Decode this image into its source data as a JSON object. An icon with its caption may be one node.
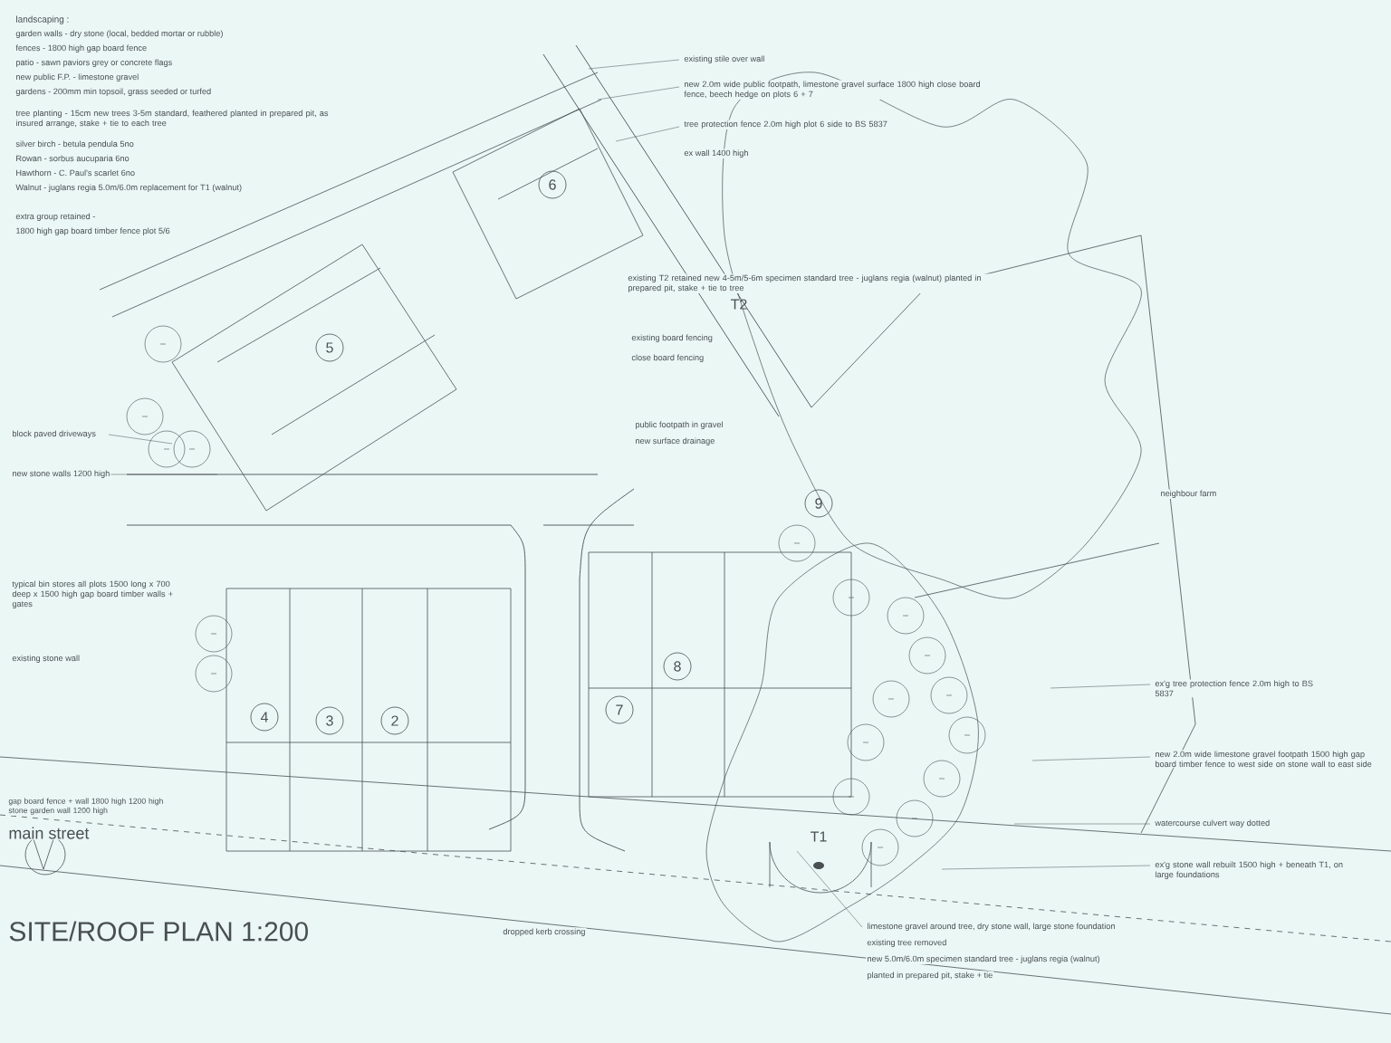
{
  "diagram": {
    "title": "SITE/ROOF PLAN 1:200",
    "nodes": [
      {
        "text": [
          "6"
        ]
      },
      {
        "text": [
          "5"
        ]
      },
      {
        "text": [
          "T2"
        ]
      },
      {
        "text": [
          "9"
        ]
      },
      {
        "text": [
          "4"
        ]
      },
      {
        "text": [
          "3"
        ]
      },
      {
        "text": [
          "2"
        ]
      },
      {
        "text": [
          "7"
        ]
      },
      {
        "text": [
          "8"
        ]
      },
      {
        "text": [
          "T1"
        ]
      }
    ],
    "edges": [],
    "labels": [
      "landscaping :",
      "garden walls - dry stone (local, bedded mortar or rubble)",
      "fences - 1800 high gap board fence",
      "patio - sawn paviors grey or concrete flags",
      "new public F.P. - limestone gravel",
      "gardens - 200mm min topsoil, grass seeded or turfed",
      "tree planting - 15cm new trees 3-5m standard, feathered planted in prepared pit, as insured arrange, stake + tie to each tree",
      "silver birch - betula pendula 5no",
      "Rowan - sorbus aucuparia 6no",
      "Hawthorn - C. Paul's scarlet 6no",
      "Walnut - juglans regia 5.0m/6.0m replacement for T1 (walnut)",
      "extra group retained -",
      "1800 high gap board timber fence plot 5/6",
      "existing stile over wall",
      "new 2.0m wide public footpath, limestone gravel surface 1800 high close board fence, beech hedge on plots 6 + 7",
      "tree protection fence 2.0m high plot 6 side to BS 5837",
      "ex wall 1400 high",
      "existing T2 retained new 4-5m/5-6m specimen standard tree - juglans regia (walnut) planted in prepared pit, stake + tie to tree",
      "existing board fencing",
      "close board fencing",
      "public footpath in gravel",
      "new surface drainage",
      "block paved driveways",
      "new stone walls 1200 high",
      "neighbour farm",
      "typical bin stores all plots 1500 long x 700 deep x 1500 high gap board timber walls + gates",
      "existing stone wall",
      "ex'g tree protection fence 2.0m high to BS 5837",
      "new 2.0m wide limestone gravel footpath 1500 high gap board timber fence to west side on stone wall to east side",
      "watercourse culvert way dotted",
      "gap board fence + wall 1800 high 1200 high stone garden wall 1200 high",
      "main street",
      "ex'g stone wall rebuilt 1500 high + beneath T1, on large foundations",
      "dropped kerb crossing",
      "limestone gravel around tree, dry stone wall, large stone foundation",
      "existing tree removed",
      "new 5.0m/6.0m specimen standard tree - juglans regia (walnut)",
      "planted in prepared pit, stake + tie"
    ]
  }
}
